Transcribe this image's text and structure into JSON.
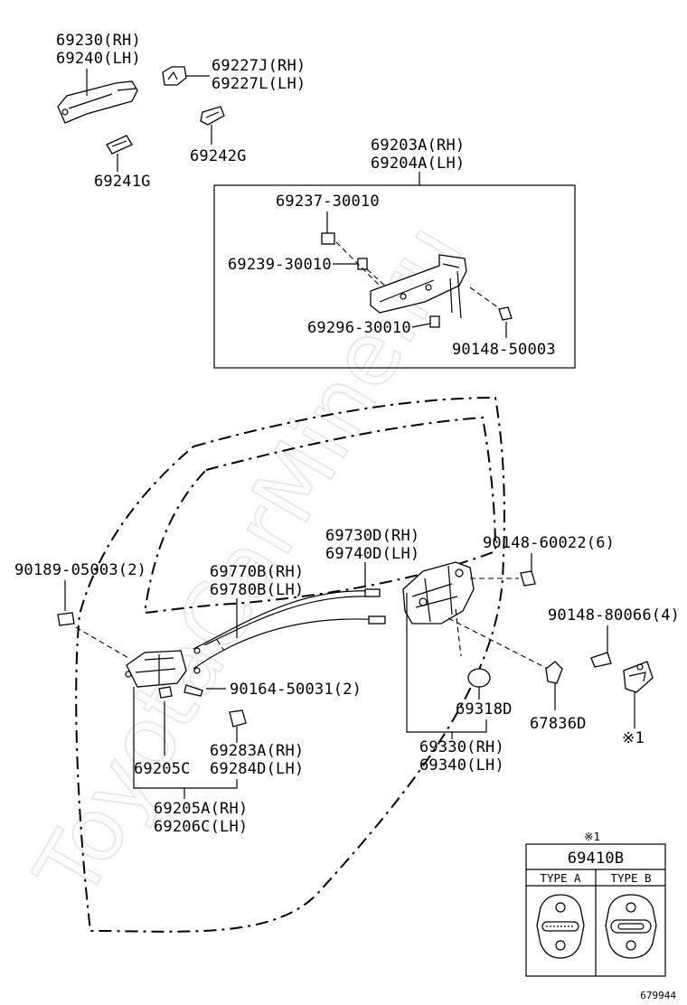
{
  "watermark": "ToyotaCarMine.ru",
  "parts": {
    "outside_handle": [
      "69230(RH)",
      "69240(LH)"
    ],
    "handle_cover": [
      "69227J(RH)",
      "69227L(LH)"
    ],
    "pad_g_242": "69242G",
    "pad_g_241": "69241G",
    "frame_assy": [
      "69203A(RH)",
      "69204A(LH)"
    ],
    "frame_parts": {
      "nut": "69237-30010",
      "bolt_a": "69239-30010",
      "bolt_b": "69296-30010",
      "screw": "90148-50003"
    },
    "cable_upper": [
      "69730D(RH)",
      "69740D(LH)"
    ],
    "cable_lower": [
      "69770B(RH)",
      "69780B(LH)"
    ],
    "clip": "90189-05003(2)",
    "screw_lock": "90148-60022(6)",
    "screw_striker": "90148-80066(4)",
    "screw_inner": "90164-50031(2)",
    "grommet": "69318D",
    "seal": "67836D",
    "striker_ref": "※1",
    "inner_handle": "69205C",
    "bezel": [
      "69283A(RH)",
      "69284D(LH)"
    ],
    "inner_handle_assy": [
      "69205A(RH)",
      "69206C(LH)"
    ],
    "lock_assy": [
      "69330(RH)",
      "69340(LH)"
    ]
  },
  "striker_table": {
    "ref": "※1",
    "part": "69410B",
    "type_a": "TYPE A",
    "type_b": "TYPE B"
  },
  "footer": {
    "code": "679944"
  }
}
